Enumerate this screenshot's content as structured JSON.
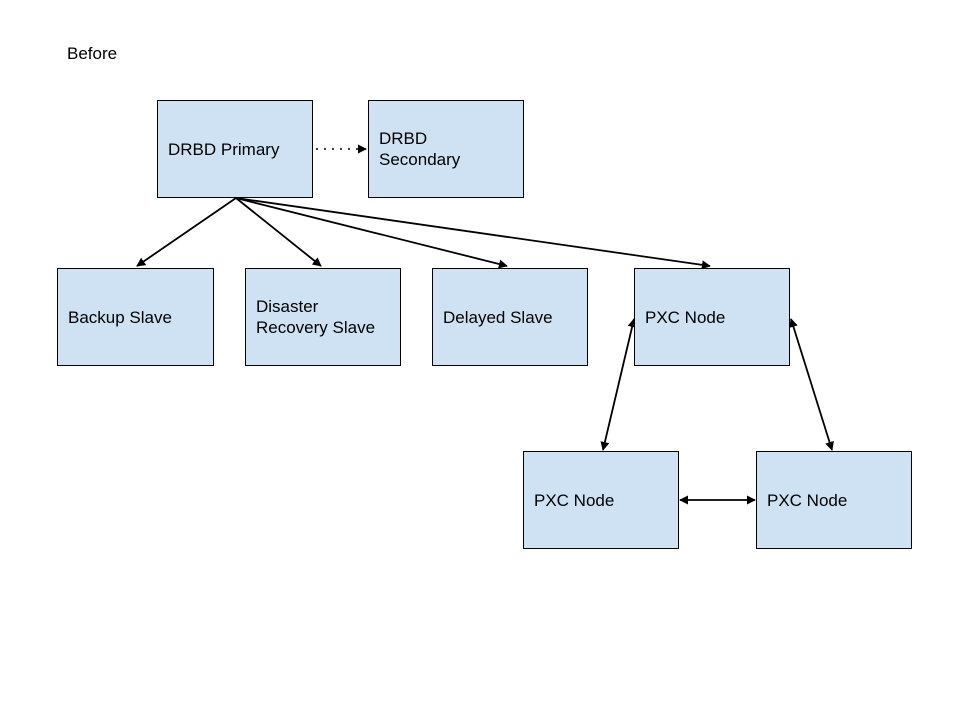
{
  "heading": "Before",
  "colors": {
    "node_fill": "#cfe2f3",
    "node_border": "#000000",
    "connector": "#000000"
  },
  "nodes": {
    "drbd_primary": "DRBD Primary",
    "drbd_secondary": "DRBD\nSecondary",
    "backup_slave": "Backup Slave",
    "disaster_recovery_slave": "Disaster\nRecovery Slave",
    "delayed_slave": "Delayed Slave",
    "pxc_node_top": "PXC Node",
    "pxc_node_bottom_left": "PXC Node",
    "pxc_node_bottom_right": "PXC Node"
  },
  "edges": [
    {
      "from": "drbd_primary",
      "to": "drbd_secondary",
      "style": "dotted",
      "direction": "forward"
    },
    {
      "from": "drbd_primary",
      "to": "backup_slave",
      "style": "solid",
      "direction": "forward"
    },
    {
      "from": "drbd_primary",
      "to": "disaster_recovery_slave",
      "style": "solid",
      "direction": "forward"
    },
    {
      "from": "drbd_primary",
      "to": "delayed_slave",
      "style": "solid",
      "direction": "forward"
    },
    {
      "from": "drbd_primary",
      "to": "pxc_node_top",
      "style": "solid",
      "direction": "forward"
    },
    {
      "from": "pxc_node_top",
      "to": "pxc_node_bottom_left",
      "style": "solid",
      "direction": "both"
    },
    {
      "from": "pxc_node_top",
      "to": "pxc_node_bottom_right",
      "style": "solid",
      "direction": "both"
    },
    {
      "from": "pxc_node_bottom_left",
      "to": "pxc_node_bottom_right",
      "style": "solid",
      "direction": "both"
    }
  ]
}
